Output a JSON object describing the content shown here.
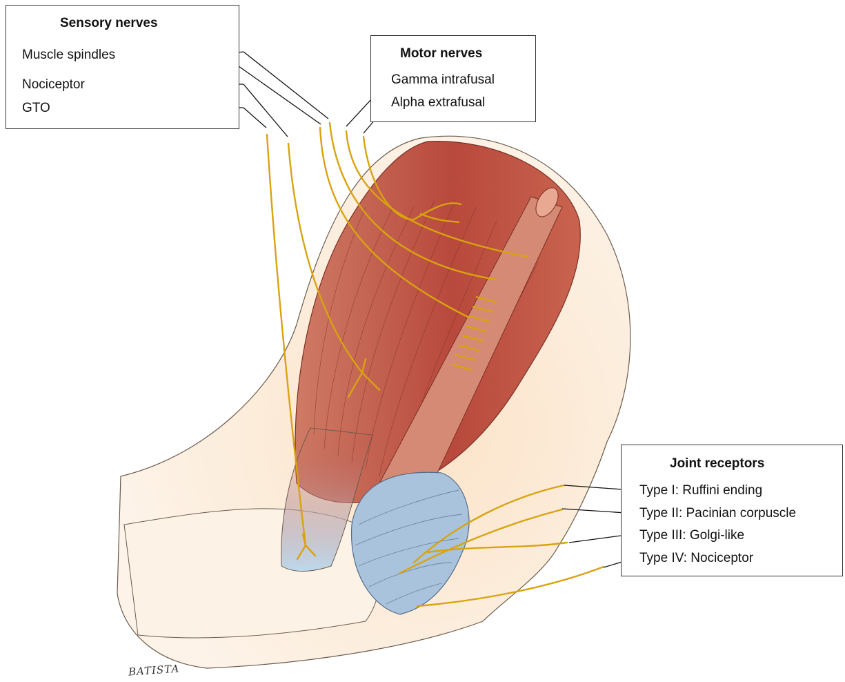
{
  "colors": {
    "muscle": "#b8493c",
    "tendon": "#bcd9ec",
    "ligament": "#a9c3dc",
    "skin": "#fbe9d6",
    "nerve": "#d9a30f"
  },
  "sensory": {
    "title": "Sensory nerves",
    "items": [
      "Muscle spindles",
      "Nociceptor",
      "GTO"
    ]
  },
  "motor": {
    "title": "Motor nerves",
    "items": [
      "Gamma intrafusal",
      "Alpha extrafusal"
    ]
  },
  "joint": {
    "title": "Joint receptors",
    "items": [
      "Type I: Ruffini ending",
      "Type II: Pacinian corpuscle",
      "Type III: Golgi-like",
      "Type IV: Nociceptor"
    ]
  },
  "artist_signature": "BATISTA"
}
